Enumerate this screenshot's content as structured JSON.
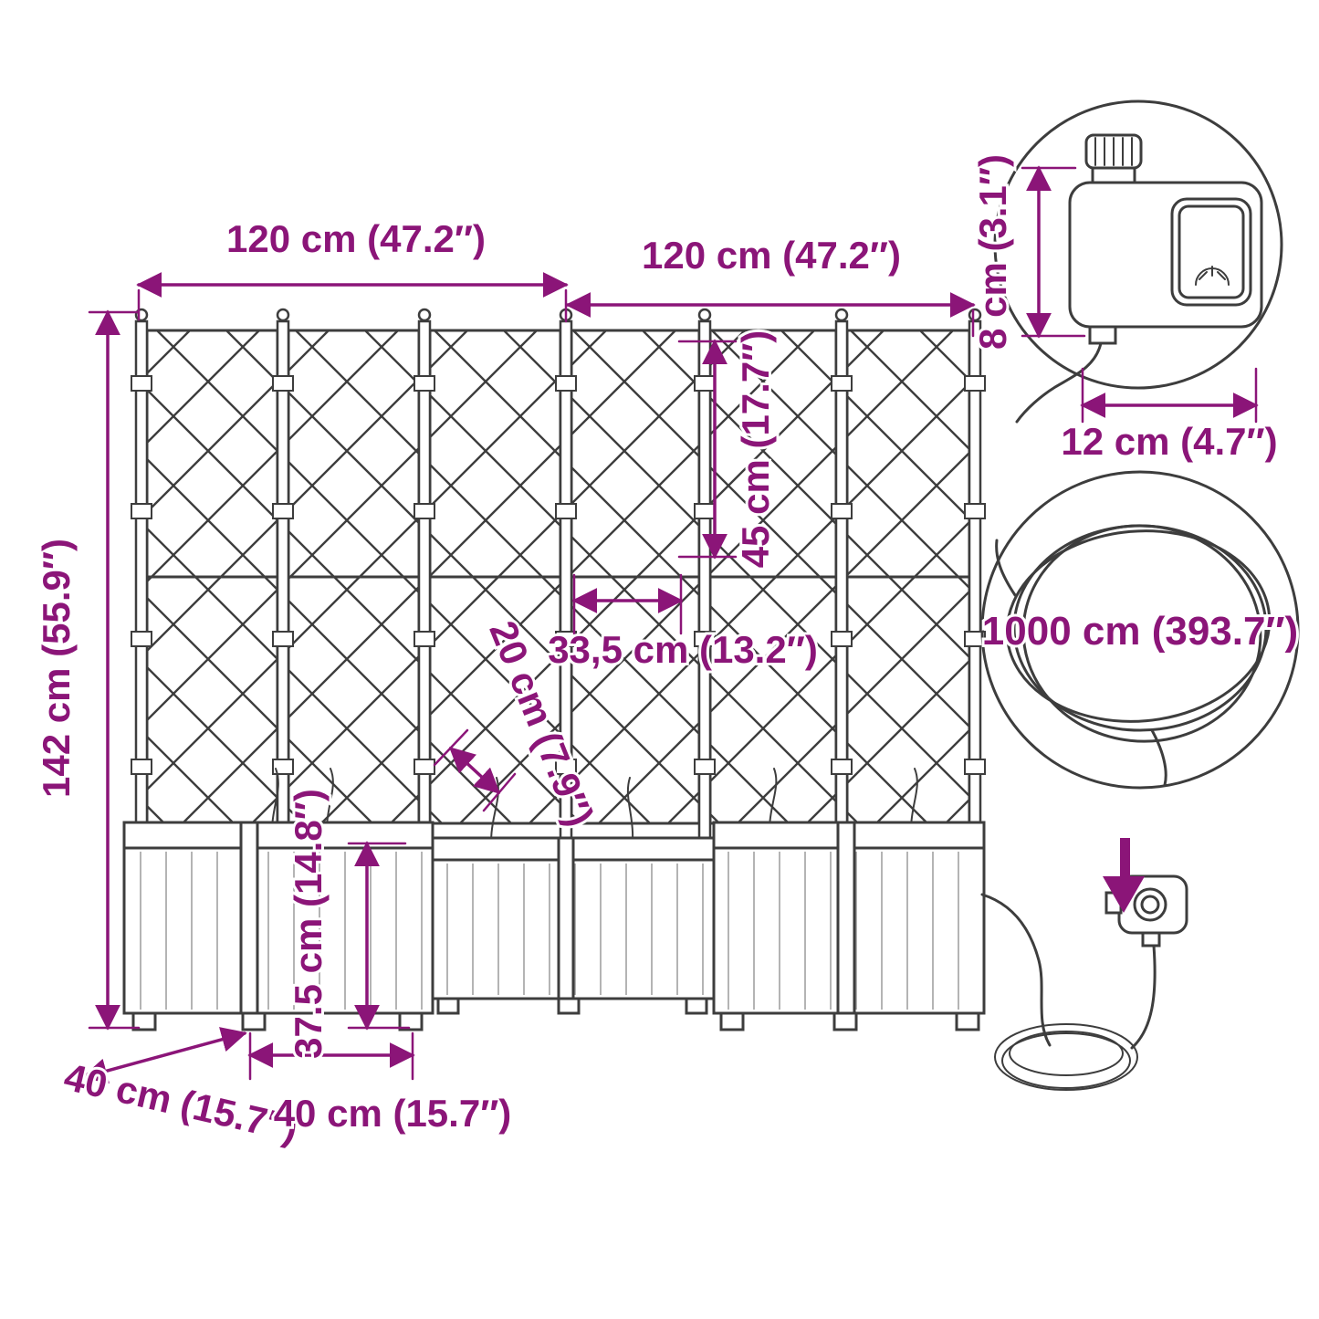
{
  "labels": {
    "dim_120_left": "120 cm (47.2″)",
    "dim_120_right": "120 cm (47.2″)",
    "dim_142": "142 cm (55.9″)",
    "dim_45": "45 cm (17.7″)",
    "dim_33_5": "33,5 cm (13.2″)",
    "dim_20": "20 cm (7.9″)",
    "dim_37_5": "37.5 cm (14.8″)",
    "dim_40_side": "40 cm (15.7″)",
    "dim_40_front": "40 cm (15.7″)",
    "dim_8": "8 cm (3.1″)",
    "dim_12": "12 cm (4.7″)",
    "dim_1000": "1000 cm (393.7″)"
  },
  "colors": {
    "line": "#3d3d3d",
    "dimension": "#8B1578",
    "background": "#ffffff"
  }
}
